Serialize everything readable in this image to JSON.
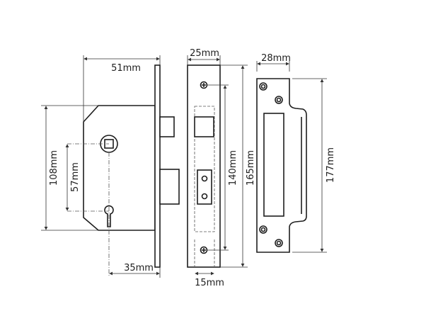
{
  "dimensions": {
    "case_depth": "51mm",
    "case_height": "108mm",
    "centres": "57mm",
    "backset": "35mm",
    "faceplate_width": "25mm",
    "fixing_centres": "140mm",
    "faceplate_height": "165mm",
    "bolt_offset": "15mm",
    "strike_width": "28mm",
    "strike_height": "177mm"
  }
}
